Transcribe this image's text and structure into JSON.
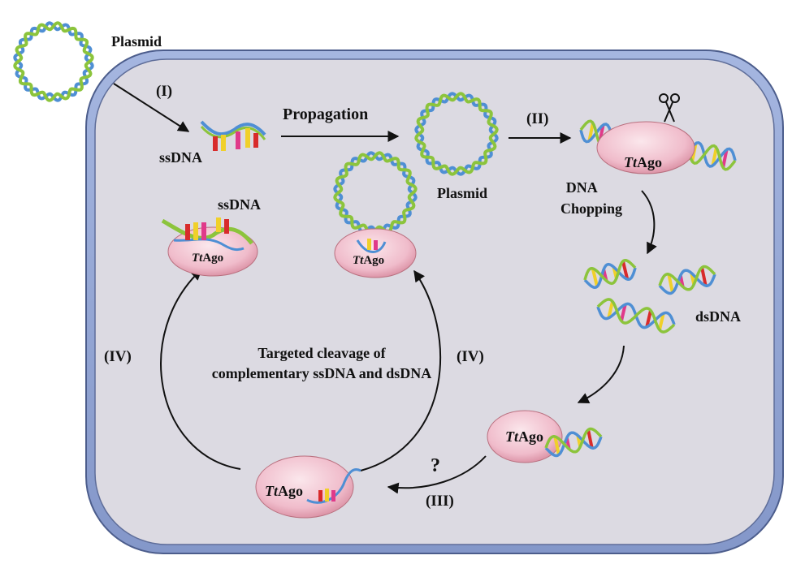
{
  "colors": {
    "cell_outer": "#93a6d6",
    "cell_edge": "#4c5d8c",
    "cytoplasm": "#dcdae2",
    "strand_a": "#4f8fd4",
    "strand_b": "#8cc43c",
    "ago_fill": "#f2c4ce",
    "ago_edge": "#b9707f",
    "arrow": "#111111"
  },
  "labels": {
    "plasmid_top": "Plasmid",
    "step_i": "(I)",
    "ssdna_left": "ssDNA",
    "propagation": "Propagation",
    "plasmid_mid": "Plasmid",
    "step_ii": "(II)",
    "dna_chopping_1": "DNA",
    "dna_chopping_2": "Chopping",
    "dsdna": "dsDNA",
    "ssdna_upper": "ssDNA",
    "step_iv_left": "(IV)",
    "step_iv_right": "(IV)",
    "center_line1": "Targeted cleavage of",
    "center_line2": "complementary ssDNA and dsDNA",
    "question": "?",
    "step_iii": "(III)"
  },
  "ago": {
    "prefix": "Tt",
    "suffix": "Ago"
  }
}
